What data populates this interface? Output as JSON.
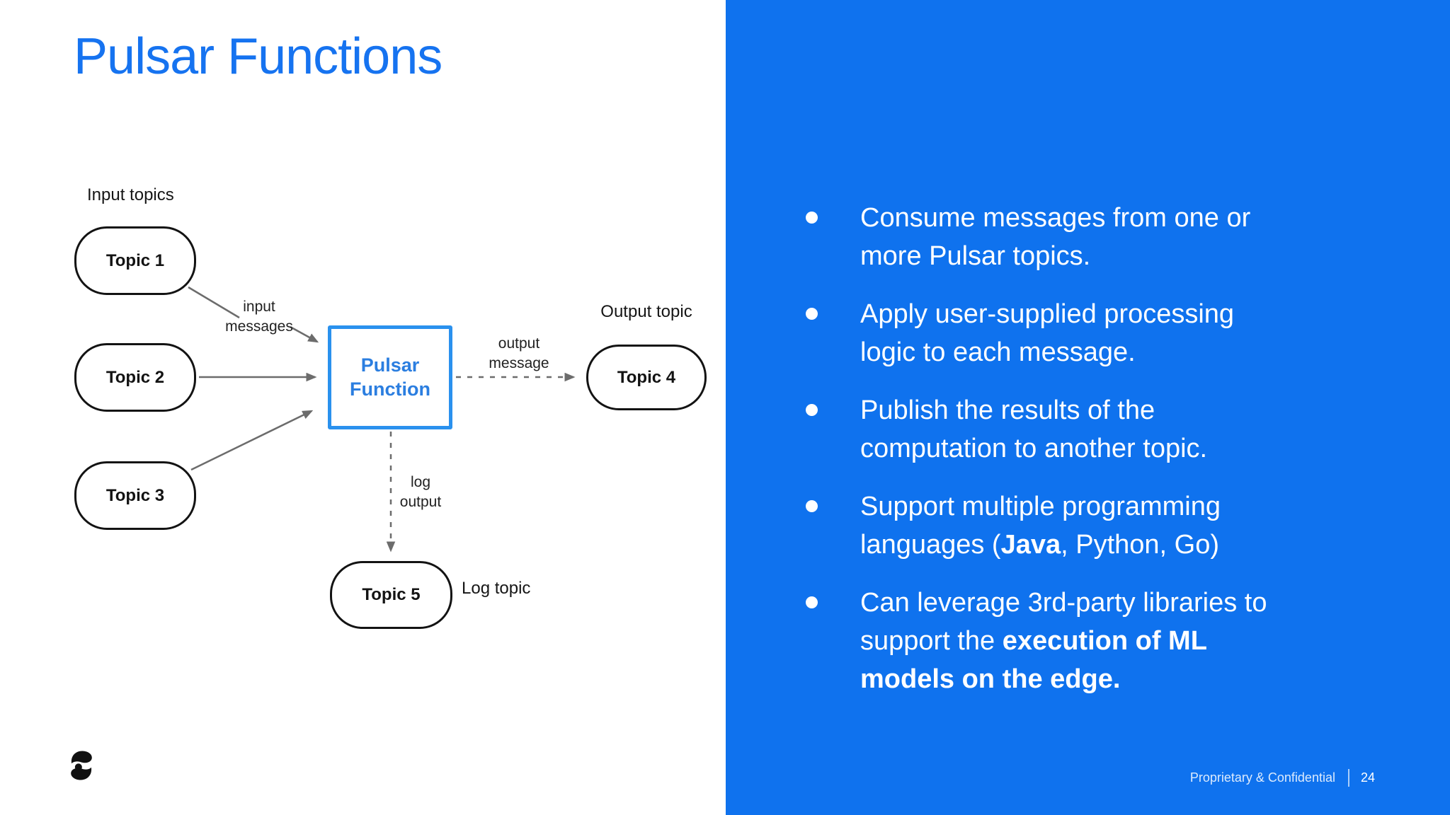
{
  "title": "Pulsar Functions",
  "colors": {
    "panel_blue": "#0f72ee",
    "title_blue": "#1673f0",
    "function_box_border": "#2a91ee",
    "function_box_text": "#2b7ee0",
    "arrow_gray": "#6c6c6c",
    "node_outline": "#131313"
  },
  "diagram": {
    "input_topics_label": "Input topics",
    "output_topic_label": "Output topic",
    "log_topic_label": "Log topic",
    "function_box_label": "Pulsar Function",
    "nodes": {
      "topic1": "Topic 1",
      "topic2": "Topic 2",
      "topic3": "Topic 3",
      "topic4": "Topic 4",
      "topic5": "Topic 5"
    },
    "edge_labels": {
      "input_messages_line1": "input",
      "input_messages_line2": "messages",
      "output_message_line1": "output",
      "output_message_line2": "message",
      "log_output_line1": "log",
      "log_output_line2": "output"
    }
  },
  "panel": {
    "bullets": [
      {
        "parts": [
          {
            "text": "Consume messages from one or more Pulsar topics.",
            "bold": false
          }
        ]
      },
      {
        "parts": [
          {
            "text": "Apply user-supplied processing logic to each message.",
            "bold": false
          }
        ]
      },
      {
        "parts": [
          {
            "text": "Publish the results of the computation to another topic.",
            "bold": false
          }
        ]
      },
      {
        "parts": [
          {
            "text": "Support multiple programming languages (",
            "bold": false
          },
          {
            "text": "Java",
            "bold": true
          },
          {
            "text": ", Python, Go)",
            "bold": false
          }
        ]
      },
      {
        "parts": [
          {
            "text": "Can leverage 3rd-party libraries to support the ",
            "bold": false
          },
          {
            "text": "execution of ML models on the edge.",
            "bold": true
          }
        ]
      }
    ]
  },
  "footer": {
    "confidential": "Proprietary & Confidential",
    "page_number": "24"
  }
}
